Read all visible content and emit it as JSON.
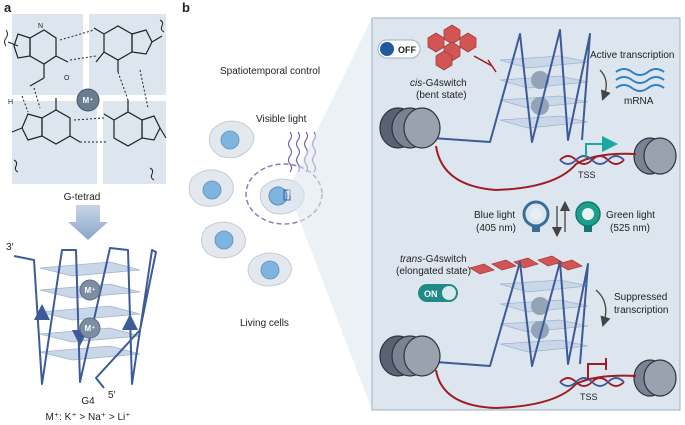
{
  "panel_a": {
    "letter": "a",
    "tetrad_label": "G-tetrad",
    "metal_badge": "M⁺",
    "atom_N": "N",
    "atom_O": "O",
    "atom_H": "H",
    "quad_badge_1": "M⁺",
    "quad_badge_2": "M⁺",
    "strand_3prime": "3′",
    "strand_5prime": "5′",
    "g4_label": "G4",
    "cation_order": "M⁺: K⁺ > Na⁺ > Li⁺"
  },
  "panel_b": {
    "letter": "b",
    "spatiotemporal": "Spatiotemporal control",
    "visible_light": "Visible light",
    "living_cells": "Living cells",
    "off_label": "OFF",
    "on_label": "ON",
    "cis_name": "cis",
    "cis_rest": "-G4switch",
    "cis_state": "(bent state)",
    "trans_name": "trans",
    "trans_rest": "-G4switch",
    "trans_state": "(elongated state)",
    "active_transcription": "Active transcription",
    "mrna": "mRNA",
    "tss_top": "TSS",
    "tss_bottom": "TSS",
    "blue_light": "Blue light",
    "blue_nm": "(405 nm)",
    "green_light": "Green light",
    "green_nm": "(525 nm)",
    "suppressed_1": "Suppressed",
    "suppressed_2": "transcription"
  },
  "colors": {
    "panel_bg": "#dde6ef",
    "strand": "#3d5a99",
    "dna_red": "#9e1c22",
    "switch_red": "#d25555",
    "mrna_blue": "#2b7fc4",
    "tss_arrow": "#1aa7a0",
    "toggle_on": "#1f8a86",
    "bulb_blue": "#3a6e98",
    "bulb_green": "#1f9e8e"
  }
}
